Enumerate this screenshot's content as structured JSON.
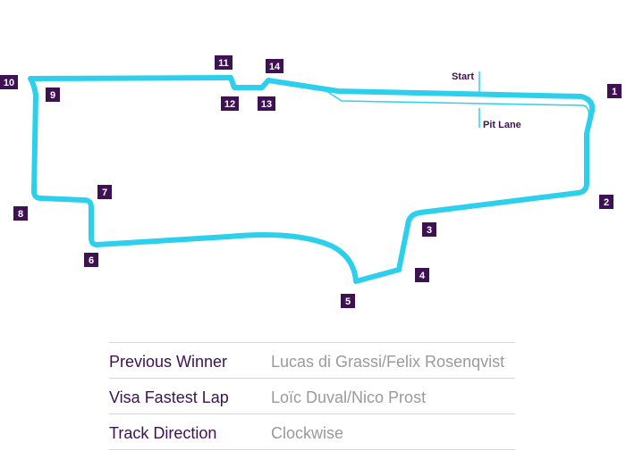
{
  "map": {
    "track_color": "#2cd0ec",
    "marker_color": "#3d1152",
    "start_label": "Start",
    "pit_lane_label": "Pit Lane",
    "turns": [
      "1",
      "2",
      "3",
      "4",
      "5",
      "6",
      "7",
      "8",
      "9",
      "10",
      "11",
      "12",
      "13",
      "14"
    ]
  },
  "info": {
    "rows": [
      {
        "label": "Previous Winner",
        "value": "Lucas di Grassi/Felix Rosenqvist"
      },
      {
        "label": "Visa Fastest Lap",
        "value": "Loïc Duval/Nico Prost"
      },
      {
        "label": "Track Direction",
        "value": "Clockwise"
      }
    ]
  }
}
